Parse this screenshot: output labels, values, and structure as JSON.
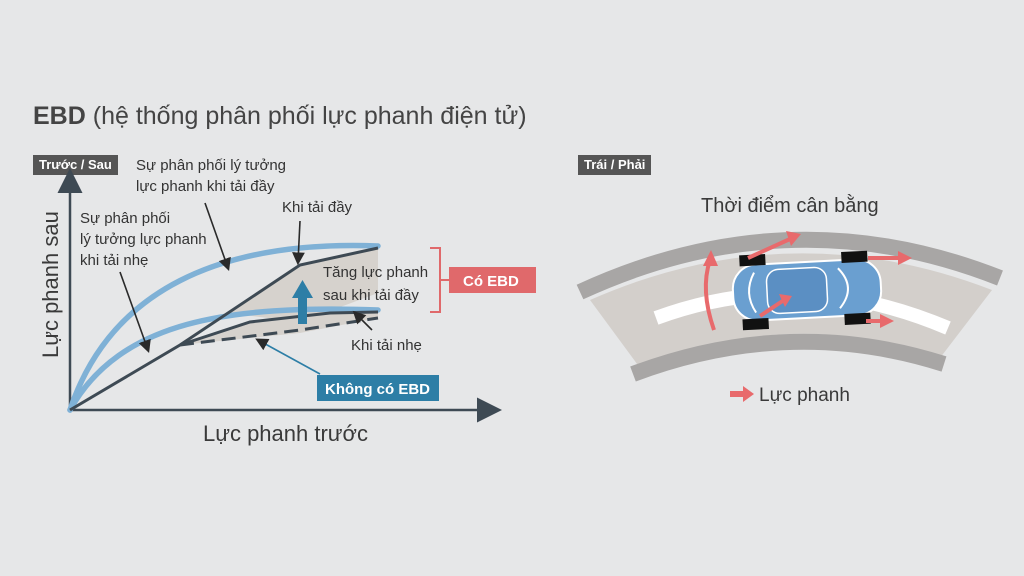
{
  "title": {
    "bold": "EBD",
    "rest": " (hệ thống phân phối lực phanh điện tử)"
  },
  "left_panel": {
    "tag": "Trước / Sau",
    "y_axis_label": "Lực phanh sau",
    "x_axis_label": "Lực phanh trước",
    "ann_ideal_full": [
      "Sự phân phối lý tưởng",
      "lực phanh khi tải đầy"
    ],
    "ann_ideal_light": [
      "Sự phân phối",
      "lý tưởng lực phanh",
      "khi tải nhẹ"
    ],
    "ann_full_load": "Khi tải đầy",
    "ann_light_load": "Khi tải nhẹ",
    "ann_increase": [
      "Tăng lực phanh",
      "sau khi tải đầy"
    ],
    "badge_with_ebd": "Có EBD",
    "badge_without_ebd": "Không có EBD"
  },
  "right_panel": {
    "tag": "Trái / Phải",
    "caption": "Thời điểm cân bằng",
    "legend": "Lực phanh"
  },
  "colors": {
    "background": "#e6e7e8",
    "curve_blue": "#7fb1d6",
    "line_dark": "#3e4a54",
    "arrow_teal": "#2d7ea6",
    "badge_red": "#e0696b",
    "badge_blue": "#2d7ea6",
    "force_arrow": "#e86a6c",
    "road": "#cfcac6",
    "road_edge": "#a8a6a5",
    "car_blue": "#6a9fd0"
  },
  "icons": [
    "force-arrow-icon",
    "rotation-arrow-icon",
    "car-icon"
  ]
}
